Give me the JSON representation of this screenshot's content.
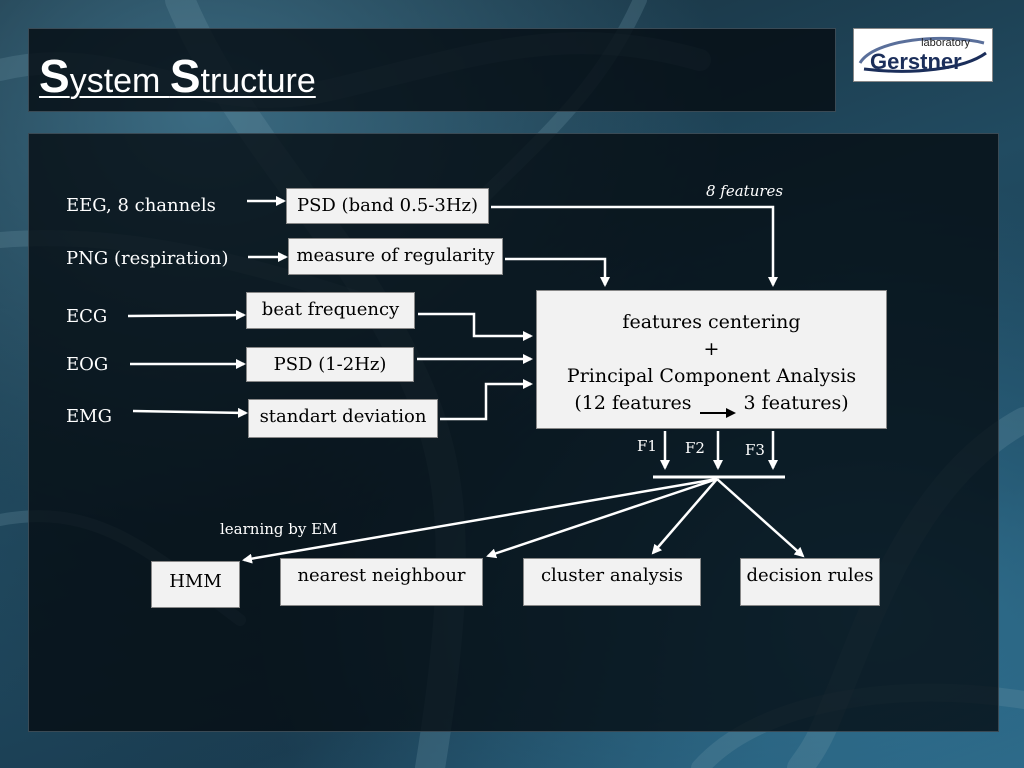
{
  "title": {
    "first_cap": "S",
    "first_rest": "ystem ",
    "second_cap": "S",
    "second_rest": "tructure"
  },
  "logo": {
    "small": "laboratory",
    "big": "Gerstner"
  },
  "inputs": {
    "eeg": "EEG, 8 channels",
    "png": "PNG (respiration)",
    "ecg": "ECG",
    "eog": "EOG",
    "emg": "EMG"
  },
  "features": {
    "psd_eeg": "PSD (band 0.5-3Hz)",
    "regularity": "measure of regularity",
    "beat": "beat frequency",
    "psd_eog": "PSD (1-2Hz)",
    "stddev": "standart deviation"
  },
  "eight_features": "8 features",
  "pca": {
    "line1": "features centering",
    "line2": "+",
    "line3": "Principal Component Analysis",
    "line4a": "(12 features",
    "line4b": "3 features)"
  },
  "outputs": {
    "f1": "F1",
    "f2": "F2",
    "f3": "F3"
  },
  "learning": "learning by EM",
  "classifiers": {
    "hmm": "HMM",
    "nn": "nearest neighbour",
    "cluster": "cluster analysis",
    "rules": "decision rules"
  }
}
